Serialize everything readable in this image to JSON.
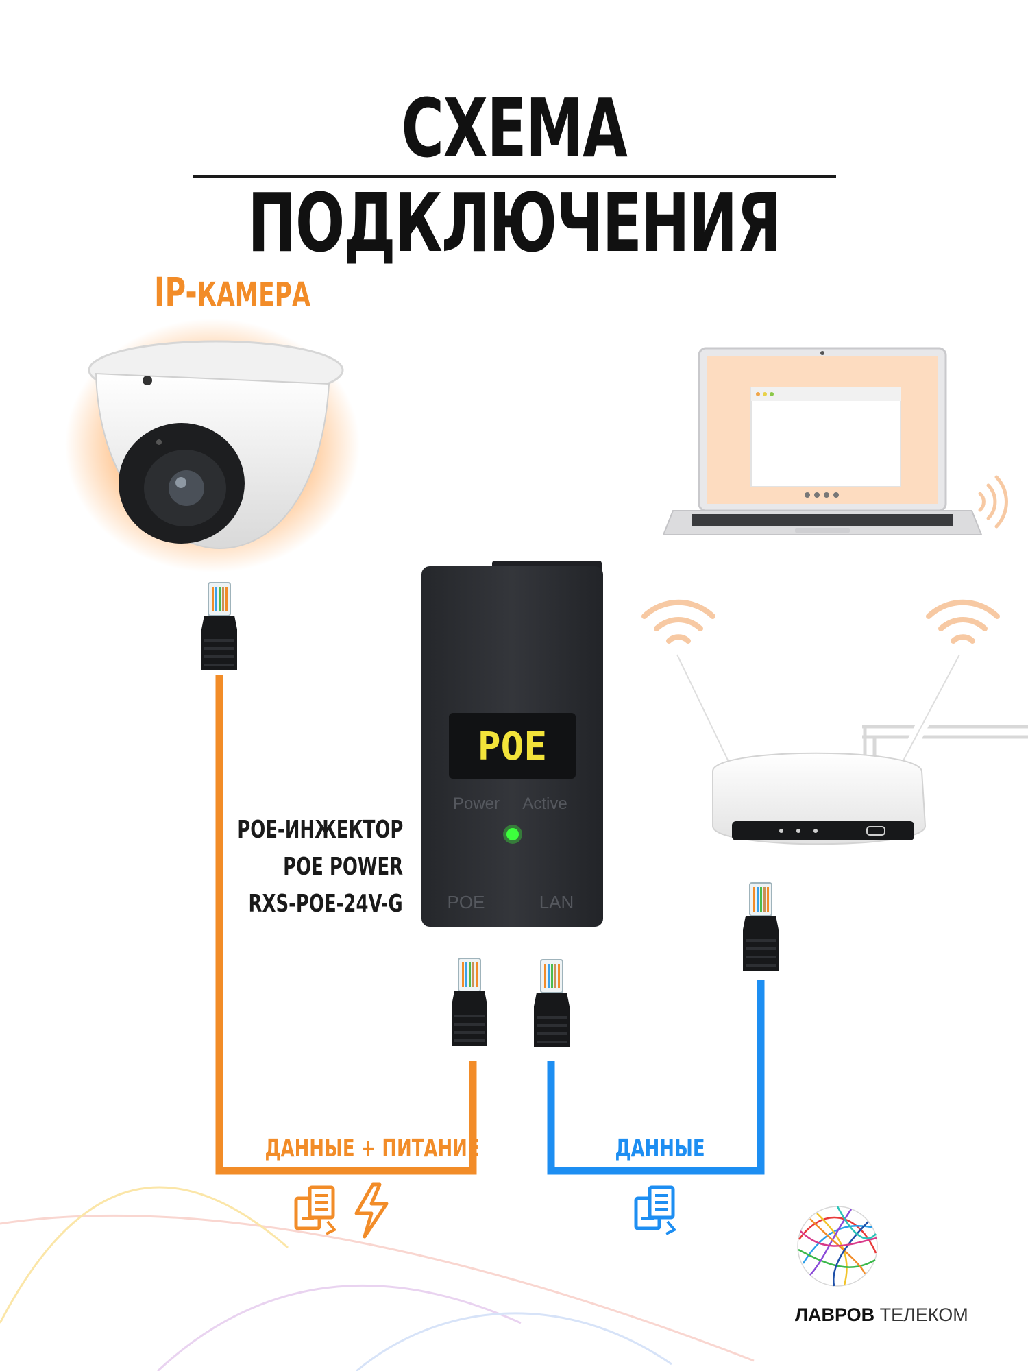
{
  "title": "СХЕМА ПОДКЛЮЧЕНИЯ",
  "camera_label": {
    "prefix": "IP-",
    "rest": "КАМЕРА"
  },
  "injector_label": {
    "line1": "POE-ИНЖЕКТОР",
    "line2": "POE POWER",
    "line3": "RXS-POE-24V-G"
  },
  "injector_device": {
    "badge": "POE",
    "indicator_labels": [
      "Power",
      "Active"
    ],
    "port_labels": [
      "POE",
      "LAN"
    ]
  },
  "cables": {
    "orange_label": "ДАННЫЕ + ПИТАНИЕ",
    "blue_label": "ДАННЫЕ"
  },
  "icons": {
    "orange": [
      "documents-exchange-icon",
      "lightning-icon"
    ],
    "blue": [
      "documents-exchange-icon"
    ]
  },
  "brand": {
    "bold": "ЛАВРОВ",
    "thin": "ТЕЛЕКОМ"
  },
  "colors": {
    "accent_orange": "#f28c28",
    "accent_blue": "#1d8ef2",
    "injector_body": "#2b2d31",
    "poe_text": "#f2e33a",
    "led_green": "#3dff3d",
    "laptop_screen": "#fddcc0"
  }
}
